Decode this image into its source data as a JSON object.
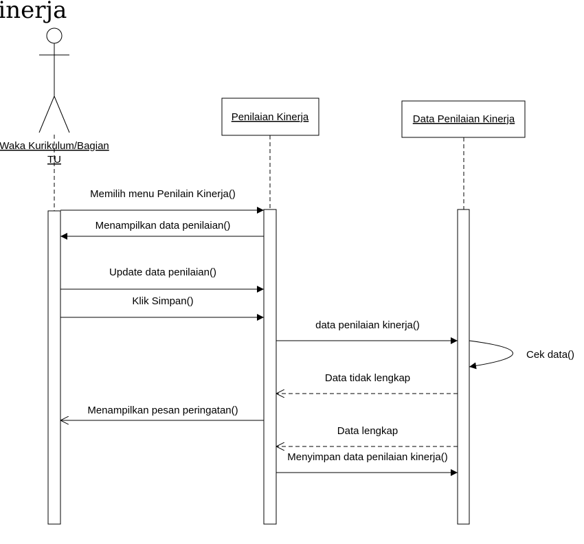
{
  "diagram": {
    "title": "Kinerja",
    "actor": {
      "label_line1": "Waka Kurikulum/Bagian",
      "label_line2": "TU"
    },
    "objects": [
      {
        "label": "Penilaian Kinerja"
      },
      {
        "label": "Data Penilaian Kinerja"
      }
    ],
    "messages": [
      {
        "label": "Memilih menu Penilain Kinerja()",
        "style": "sync"
      },
      {
        "label": "Menampilkan data penilaian()",
        "style": "sync"
      },
      {
        "label": "Update data penilaian()",
        "style": "sync"
      },
      {
        "label": "Klik Simpan()",
        "style": "sync"
      },
      {
        "label": "data penilaian kinerja()",
        "style": "sync"
      },
      {
        "label": "Cek data()",
        "style": "self"
      },
      {
        "label": "Data tidak lengkap",
        "style": "return"
      },
      {
        "label": "Menampilkan pesan peringatan()",
        "style": "async"
      },
      {
        "label": "Data lengkap",
        "style": "return"
      },
      {
        "label": "Menyimpan data penilaian kinerja()",
        "style": "sync"
      }
    ]
  }
}
